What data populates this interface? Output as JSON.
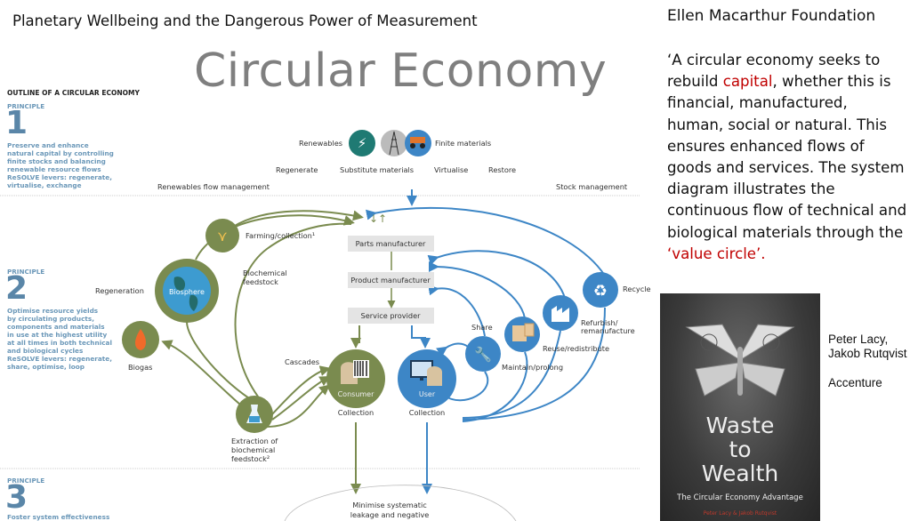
{
  "slide_title": "Planetary Wellbeing and the Dangerous Power of Measurement",
  "main_title": "Circular Economy",
  "right_panel": {
    "organization": "Ellen Macarthur Foundation",
    "quote_part1": "‘A circular economy seeks to rebuild ",
    "quote_highlight1": "capital",
    "quote_part2": ", whether this is financial, manufactured, human, social or natural. This ensures enhanced flows of goods and services. The system diagram illustrates the continuous flow of technical and biological materials through the ",
    "quote_highlight2": "‘value circle’."
  },
  "book": {
    "title_line1": "Waste",
    "title_line2": "to",
    "title_line3": "Wealth",
    "subtitle": "The Circular Economy Advantage",
    "cover_authors": "Peter Lacy & Jakob Rutqvist",
    "authors": "Peter Lacy, Jakob Rutqvist",
    "company": "Accenture"
  },
  "diagram": {
    "heading": "OUTLINE OF A CIRCULAR ECONOMY",
    "principle_label": "PRINCIPLE",
    "principles": [
      {
        "number": "1",
        "lines": [
          "Preserve and enhance",
          "natural capital by controlling",
          "finite stocks and balancing",
          "renewable resource flows",
          "ReSOLVE levers: regenerate,",
          "virtualise, exchange"
        ]
      },
      {
        "number": "2",
        "lines": [
          "Optimise resource yields",
          "by circulating products,",
          "components and materials",
          "in use at the highest utility",
          "at all times in both technical",
          "and biological cycles",
          "ReSOLVE levers: regenerate,",
          "share, optimise, loop"
        ]
      },
      {
        "number": "3",
        "lines": [
          "Foster system effectiveness"
        ]
      }
    ],
    "top": {
      "renewables": "Renewables",
      "finite": "Finite materials",
      "regenerate": "Regenerate",
      "substitute": "Substitute materials",
      "virtualise": "Virtualise",
      "restore": "Restore",
      "renewables_flow": "Renewables flow management",
      "stock": "Stock management"
    },
    "bio": {
      "farming": "Farming/collection¹",
      "biochemical_1": "Biochemical",
      "biochemical_2": "feedstock",
      "regeneration": "Regeneration",
      "biosphere": "Biosphere",
      "biogas": "Biogas",
      "cascades": "Cascades",
      "extraction_1": "Extraction of",
      "extraction_2": "biochemical",
      "extraction_3": "feedstock²",
      "consumer": "Consumer",
      "collection": "Collection"
    },
    "chain": {
      "parts": "Parts manufacturer",
      "product": "Product manufacturer",
      "service": "Service provider"
    },
    "tech": {
      "user": "User",
      "collection": "Collection",
      "share": "Share",
      "maintain": "Maintain/prolong",
      "reuse": "Reuse/redistribute",
      "refurbish_1": "Refurbish/",
      "refurbish_2": "remanufacture",
      "recycle": "Recycle"
    },
    "leakage_1": "Minimise systematic",
    "leakage_2": "leakage and negative"
  },
  "colors": {
    "green": "#7a8b4f",
    "blue": "#3d86c6",
    "teal": "#1f7a73",
    "red": "#c00000",
    "title_grey": "#7f7f7f"
  }
}
